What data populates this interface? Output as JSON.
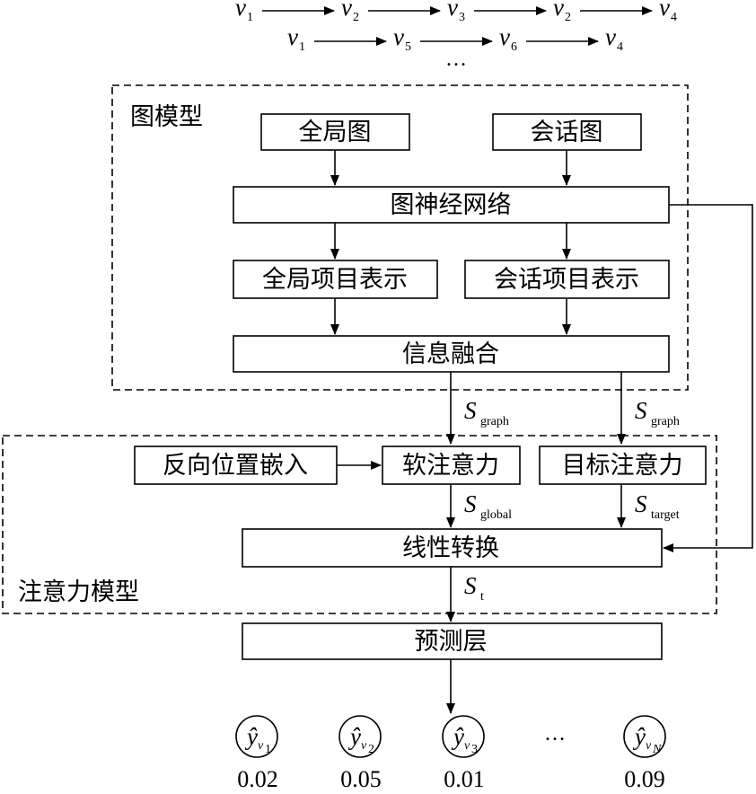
{
  "sequences": [
    {
      "nodes": [
        {
          "sym": "v",
          "sub": "1"
        },
        {
          "sym": "v",
          "sub": "2"
        },
        {
          "sym": "v",
          "sub": "3"
        },
        {
          "sym": "v",
          "sub": "2"
        },
        {
          "sym": "v",
          "sub": "4"
        }
      ]
    },
    {
      "nodes": [
        {
          "sym": "v",
          "sub": "1"
        },
        {
          "sym": "v",
          "sub": "5"
        },
        {
          "sym": "v",
          "sub": "6"
        },
        {
          "sym": "v",
          "sub": "4"
        }
      ]
    }
  ],
  "sequence_ellipsis": "…",
  "graph_model": {
    "title": "图模型",
    "global_graph": "全局图",
    "session_graph": "会话图",
    "gnn": "图神经网络",
    "global_item_repr": "全局项目表示",
    "session_item_repr": "会话项目表示",
    "info_fusion": "信息融合"
  },
  "attention_model": {
    "title": "注意力模型",
    "reverse_pos_embed": "反向位置嵌入",
    "soft_attention": "软注意力",
    "target_attention": "目标注意力",
    "linear_transform": "线性转换"
  },
  "prediction_layer": "预测层",
  "edge_labels": {
    "s_graph_left": {
      "sym": "S",
      "sub": "graph"
    },
    "s_graph_right": {
      "sym": "S",
      "sub": "graph"
    },
    "s_global": {
      "sym": "S",
      "sub": "global"
    },
    "s_target": {
      "sym": "S",
      "sub": "target"
    },
    "s_t": {
      "sym": "S",
      "sub": "t"
    }
  },
  "outputs": [
    {
      "sym": "ŷ",
      "sub": "v",
      "subsub": "1",
      "value": "0.02"
    },
    {
      "sym": "ŷ",
      "sub": "v",
      "subsub": "2",
      "value": "0.05"
    },
    {
      "sym": "ŷ",
      "sub": "v",
      "subsub": "3",
      "value": "0.01"
    },
    {
      "sym": "ŷ",
      "sub": "v",
      "subsub": "N",
      "value": "0.09"
    }
  ],
  "outputs_ellipsis": "…"
}
